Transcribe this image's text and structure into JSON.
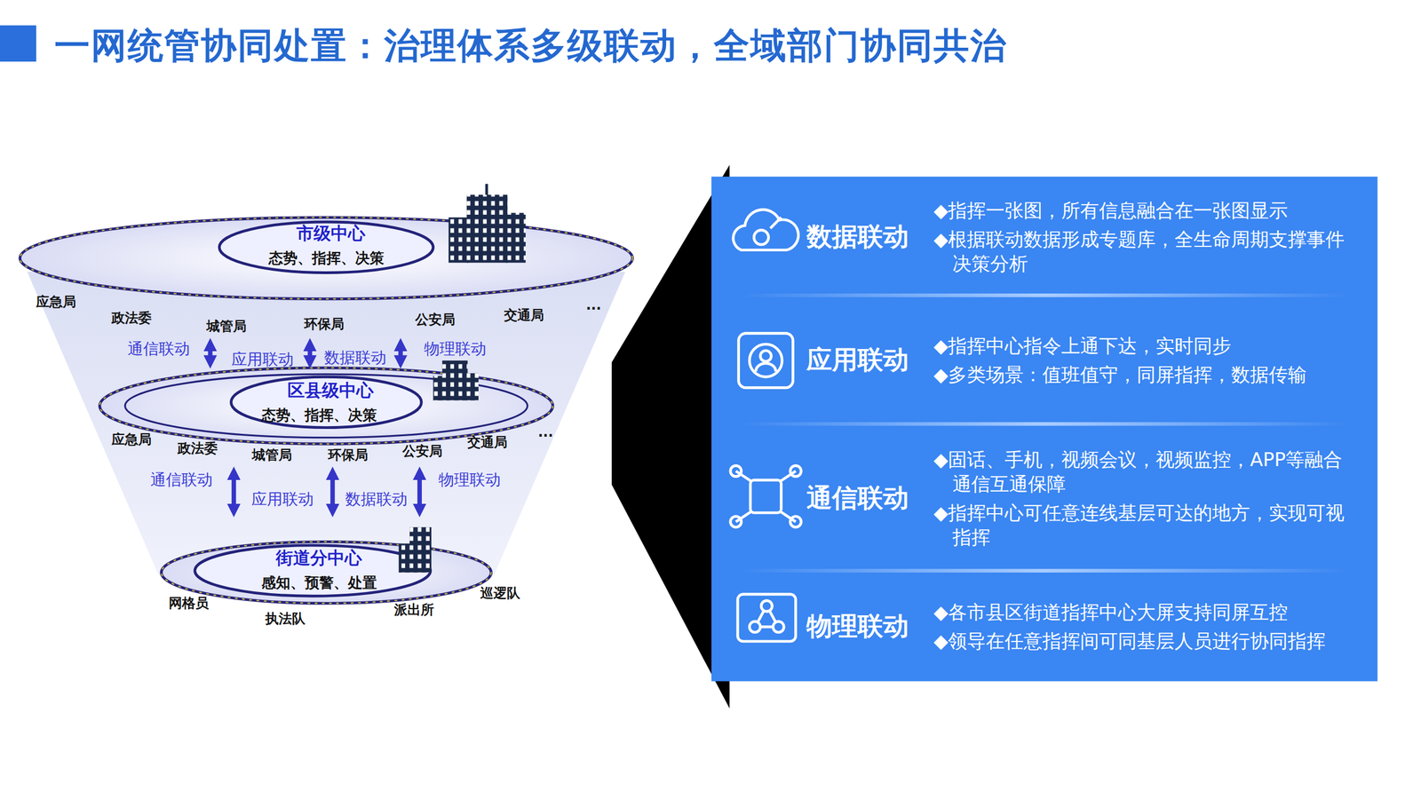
{
  "diagram": {
    "title": "一网统管协同处置：治理体系多级联动，全域部门协同共治",
    "nodes": [
      {
        "text": [
          "市级中心",
          "态势、指挥、决策"
        ]
      },
      {
        "text": [
          "区县级中心",
          "态势、指挥、决策"
        ]
      },
      {
        "text": [
          "街道分中心",
          "感知、预警、处置"
        ]
      },
      {
        "text": [
          "数据联动",
          "◆指挥一张图，所有信息融合在一张图显示",
          "◆根据联动数据形成专题库，全生命周期支撑事件决策分析"
        ]
      },
      {
        "text": [
          "应用联动",
          "◆指挥中心指令上通下达，实时同步",
          "◆多类场景：值班值守，同屏指挥，数据传输"
        ]
      },
      {
        "text": [
          "通信联动",
          "◆固话、手机，视频会议，视频监控，APP等融合通信互通保障",
          "◆指挥中心可任意连线基层可达的地方，实现可视指挥"
        ]
      },
      {
        "text": [
          "物理联动",
          "◆各市县区街道指挥中心大屏支持同屏互控",
          "◆领导在任意指挥间可同基层人员进行协同指挥"
        ]
      }
    ],
    "edges": [
      {
        "from": 0,
        "to": 1,
        "arrow": "both"
      },
      {
        "from": 0,
        "to": 1,
        "arrow": "both"
      },
      {
        "from": 0,
        "to": 1,
        "arrow": "both"
      },
      {
        "from": 1,
        "to": 2,
        "arrow": "both"
      },
      {
        "from": 1,
        "to": 2,
        "arrow": "both"
      },
      {
        "from": 1,
        "to": 2,
        "arrow": "both"
      }
    ],
    "labels": [
      "应急局",
      "政法委",
      "城管局",
      "环保局",
      "公安局",
      "交通局",
      "...",
      "通信联动",
      "应用联动",
      "数据联动",
      "物理联动",
      "应急局",
      "政法委",
      "城管局",
      "环保局",
      "公安局",
      "交通局",
      "...",
      "通信联动",
      "应用联动",
      "数据联动",
      "物理联动",
      "网格员",
      "执法队",
      "派出所",
      "巡逻队"
    ]
  }
}
